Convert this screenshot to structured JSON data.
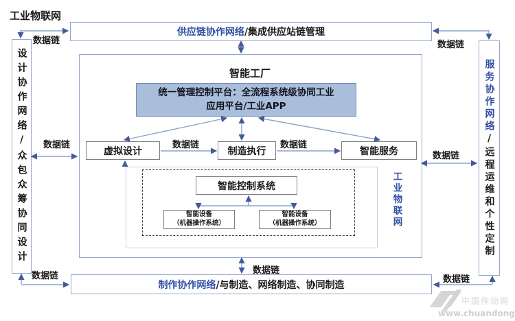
{
  "colors": {
    "accent_blue": "#3351a5",
    "platform_fill": "#a9bedb",
    "bar_border": "#93a7cc",
    "box_border": "#7f7f7f",
    "arrow_line": "#8da2cb",
    "arrow_head": "#44599c"
  },
  "top_left_label": "工业物联网",
  "data_chain_label": "数据链",
  "top_bar": {
    "blue": "供应链协作网络",
    "black": "/集成供应站链管理"
  },
  "bottom_bar": {
    "blue": "制作协作网络",
    "black": "/与制造、网络制造、协同制造"
  },
  "left_sidebar": {
    "text": "设计协作网络/众包众筹协同设计"
  },
  "right_sidebar": {
    "blue": "服务协作网络",
    "black": "/远程运维和个性定制"
  },
  "factory": {
    "title": "智能工厂",
    "platform_line1": "统一管理控制平台：全流程系统级协同工业",
    "platform_line2": "应用平台/工业APP",
    "box_virtual_design": "虚拟设计",
    "box_manufacturing_execution": "制造执行",
    "box_smart_service": "智能服务",
    "control_system": "智能控制系统",
    "device_line1": "智能设备",
    "device_line2": "（机器操作系统）",
    "iiot_vertical": "工业物联网"
  },
  "watermark": {
    "brand": "中国传动网",
    "url": "www.chuandong.com"
  }
}
